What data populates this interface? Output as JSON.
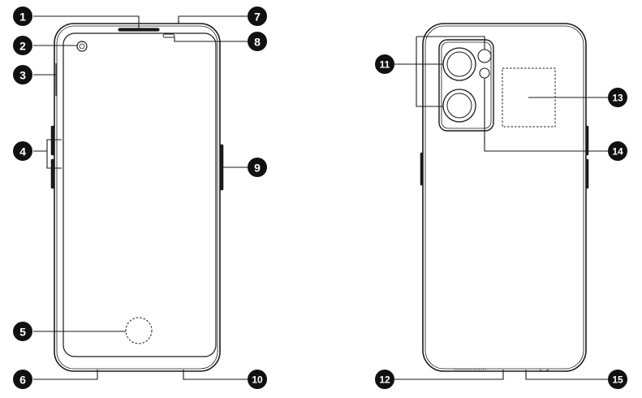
{
  "callouts": [
    {
      "id": "1",
      "label": "1"
    },
    {
      "id": "2",
      "label": "2"
    },
    {
      "id": "3",
      "label": "3"
    },
    {
      "id": "4",
      "label": "4"
    },
    {
      "id": "5",
      "label": "5"
    },
    {
      "id": "6",
      "label": "6"
    },
    {
      "id": "7",
      "label": "7"
    },
    {
      "id": "8",
      "label": "8"
    },
    {
      "id": "9",
      "label": "9"
    },
    {
      "id": "10",
      "label": "10"
    },
    {
      "id": "11",
      "label": "11"
    },
    {
      "id": "12",
      "label": "12"
    },
    {
      "id": "13",
      "label": "13"
    },
    {
      "id": "14",
      "label": "14"
    },
    {
      "id": "15",
      "label": "15"
    }
  ],
  "colors": {
    "stroke": "#1a1a1a",
    "marker_fill": "#111111",
    "marker_text": "#ffffff"
  }
}
